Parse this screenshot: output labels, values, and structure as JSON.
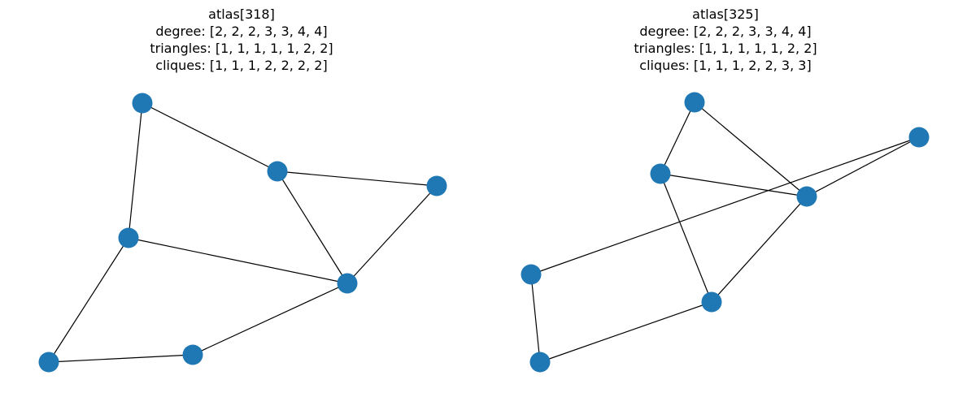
{
  "graphs": {
    "left": {
      "title": {
        "name": "atlas[318]",
        "degree": "degree: [2, 2, 2, 3, 3, 4, 4]",
        "triangles": "triangles: [1, 1, 1, 1, 1, 2, 2]",
        "cliques": "cliques: [1, 1, 1, 2, 2, 2, 2]"
      },
      "node_count": 7,
      "edges": [
        [
          0,
          1
        ],
        [
          1,
          2
        ],
        [
          1,
          3
        ],
        [
          2,
          3
        ],
        [
          3,
          4
        ],
        [
          4,
          5
        ],
        [
          5,
          6
        ],
        [
          6,
          3
        ],
        [
          6,
          0
        ]
      ]
    },
    "right": {
      "title": {
        "name": "atlas[325]",
        "degree": "degree: [2, 2, 2, 3, 3, 4, 4]",
        "triangles": "triangles: [1, 1, 1, 1, 1, 2, 2]",
        "cliques": "cliques: [1, 1, 1, 2, 2, 3, 3]"
      },
      "node_count": 7,
      "edges": [
        [
          0,
          1
        ],
        [
          0,
          2
        ],
        [
          1,
          2
        ],
        [
          1,
          3
        ],
        [
          2,
          3
        ],
        [
          3,
          4
        ],
        [
          4,
          5
        ],
        [
          5,
          6
        ],
        [
          6,
          2
        ]
      ]
    }
  },
  "colors": {
    "node": "#1f78b4",
    "edge": "#000000"
  }
}
